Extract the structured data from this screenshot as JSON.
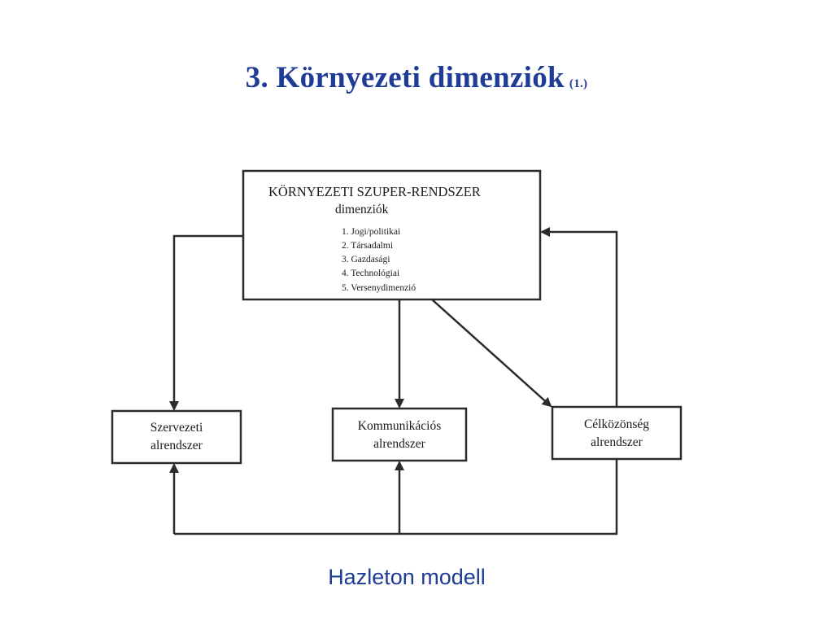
{
  "slide": {
    "title": "3. Környezeti dimenziók",
    "title_suffix": "(1.)",
    "caption": "Hazleton modell"
  },
  "diagram": {
    "super_system": {
      "heading": "KÖRNYEZETI SZUPER-RENDSZER",
      "subheading": "dimenziók",
      "dimensions": [
        "1.  Jogi/politikai",
        "2.  Társadalmi",
        "3.  Gazdasági",
        "4.  Technológiai",
        "5.  Versenydimenzió"
      ]
    },
    "subsystems": {
      "organizational": [
        "Szervezeti",
        "alrendszer"
      ],
      "communication": [
        "Kommunikációs",
        "alrendszer"
      ],
      "target_audience": [
        "Célközönség",
        "alrendszer"
      ]
    }
  },
  "colors": {
    "title": "#1f3c96",
    "caption": "#1f3c96",
    "lines": "#2b2b2b"
  }
}
